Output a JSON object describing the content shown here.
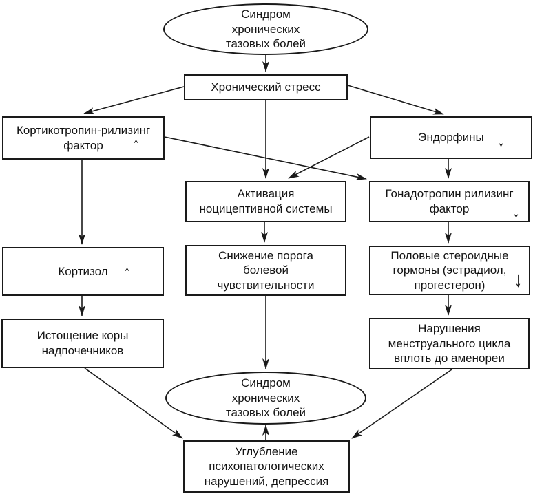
{
  "colors": {
    "ink": "#1a1a1a",
    "background": "#ffffff"
  },
  "nodes": {
    "syndrome_top": {
      "shape": "ellipse",
      "lines": [
        "Синдром",
        "хронических",
        "тазовых болей"
      ]
    },
    "stress": {
      "shape": "rect",
      "lines": [
        "Хронический стресс"
      ]
    },
    "crf": {
      "shape": "rect",
      "lines": [
        "Кортикотропин-рилизинг",
        "фактор"
      ],
      "trend": "↑"
    },
    "endorphins": {
      "shape": "rect",
      "lines": [
        "Эндорфины"
      ],
      "trend": "↓"
    },
    "nociceptive": {
      "shape": "rect",
      "lines": [
        "Активация",
        "ноцицептивной системы"
      ]
    },
    "gnrh": {
      "shape": "rect",
      "lines": [
        "Гонадотропин рилизинг",
        "фактор"
      ],
      "trend": "↓"
    },
    "cortisol": {
      "shape": "rect",
      "lines": [
        "Кортизол"
      ],
      "trend": "↑"
    },
    "pain_threshold": {
      "shape": "rect",
      "lines": [
        "Снижение порога",
        "болевой",
        "чувствительности"
      ]
    },
    "sex_steroids": {
      "shape": "rect",
      "lines": [
        "Половые стероидные",
        "гормоны (эстрадиол,",
        "прогестерон)"
      ],
      "trend": "↓"
    },
    "adrenal": {
      "shape": "rect",
      "lines": [
        "Истощение коры",
        "надпочечников"
      ]
    },
    "menstrual": {
      "shape": "rect",
      "lines": [
        "Нарушения",
        "менструального цикла",
        "вплоть до аменореи"
      ]
    },
    "syndrome_bottom": {
      "shape": "ellipse",
      "lines": [
        "Синдром",
        "хронических",
        "тазовых болей"
      ]
    },
    "depression": {
      "shape": "rect",
      "lines": [
        "Углубление",
        "психопатологических",
        "нарушений, депрессия"
      ]
    }
  },
  "edges": [
    {
      "from": "syndrome_top",
      "to": "stress"
    },
    {
      "from": "stress",
      "to": "crf"
    },
    {
      "from": "stress",
      "to": "endorphins"
    },
    {
      "from": "stress",
      "to": "nociceptive"
    },
    {
      "from": "crf",
      "to": "gnrh"
    },
    {
      "from": "crf",
      "to": "cortisol"
    },
    {
      "from": "endorphins",
      "to": "nociceptive"
    },
    {
      "from": "endorphins",
      "to": "gnrh"
    },
    {
      "from": "nociceptive",
      "to": "pain_threshold"
    },
    {
      "from": "gnrh",
      "to": "sex_steroids"
    },
    {
      "from": "cortisol",
      "to": "adrenal"
    },
    {
      "from": "pain_threshold",
      "to": "syndrome_bottom"
    },
    {
      "from": "sex_steroids",
      "to": "menstrual"
    },
    {
      "from": "adrenal",
      "to": "depression"
    },
    {
      "from": "menstrual",
      "to": "depression"
    },
    {
      "from": "depression",
      "to": "syndrome_bottom"
    }
  ]
}
